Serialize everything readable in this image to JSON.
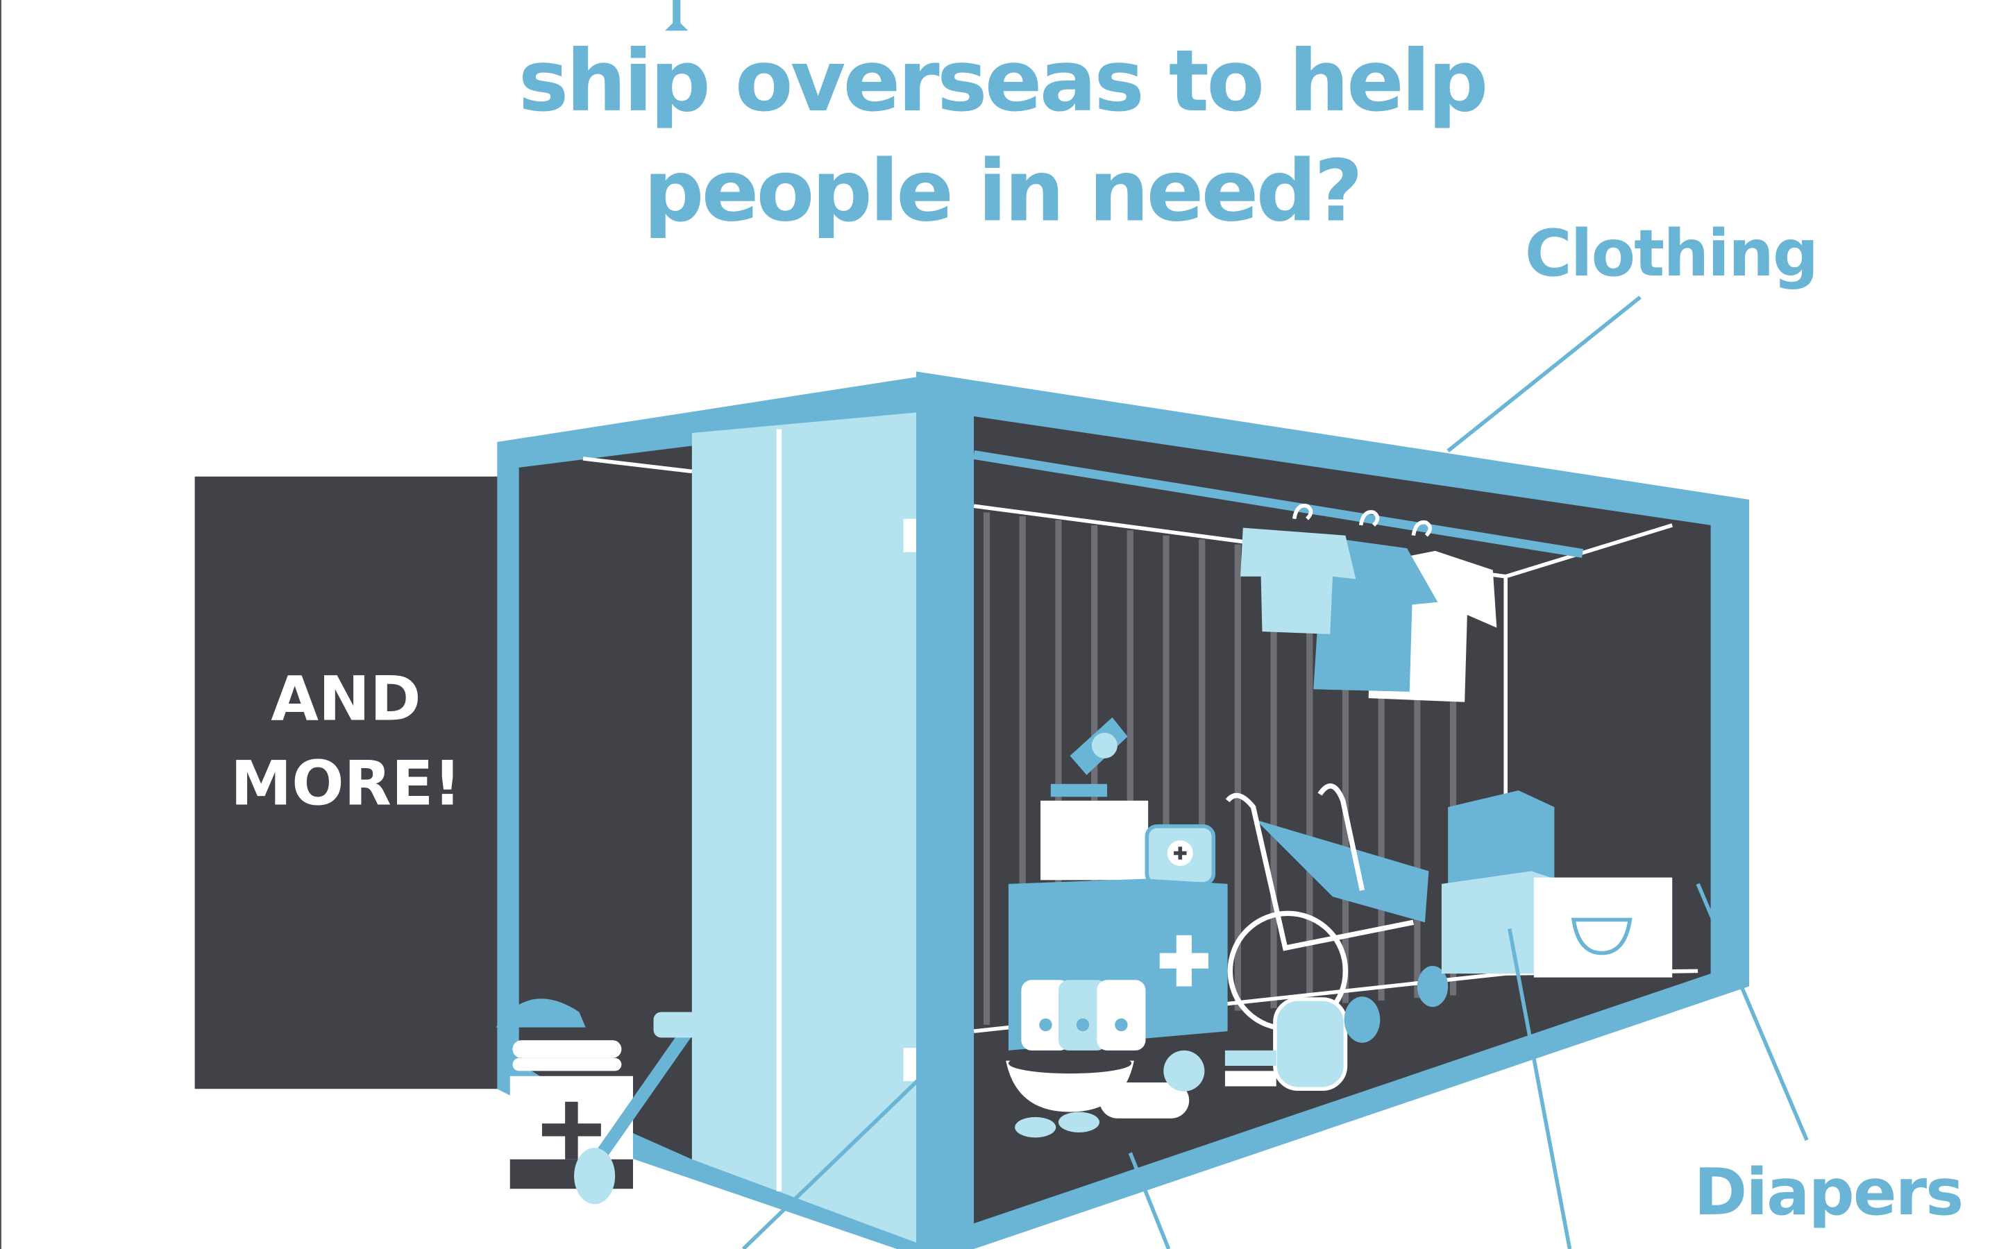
{
  "title": {
    "line2": "ship overseas to help",
    "line3": "people in need?"
  },
  "labels": {
    "clothing": "Clothing",
    "diapers": "Diapers",
    "and_more_line1": "AND",
    "and_more_line2": "MORE!"
  },
  "colors": {
    "accent_blue": "#6ab4d6",
    "light_blue": "#b5e2ef",
    "dark_gray": "#414247",
    "white": "#ffffff"
  }
}
